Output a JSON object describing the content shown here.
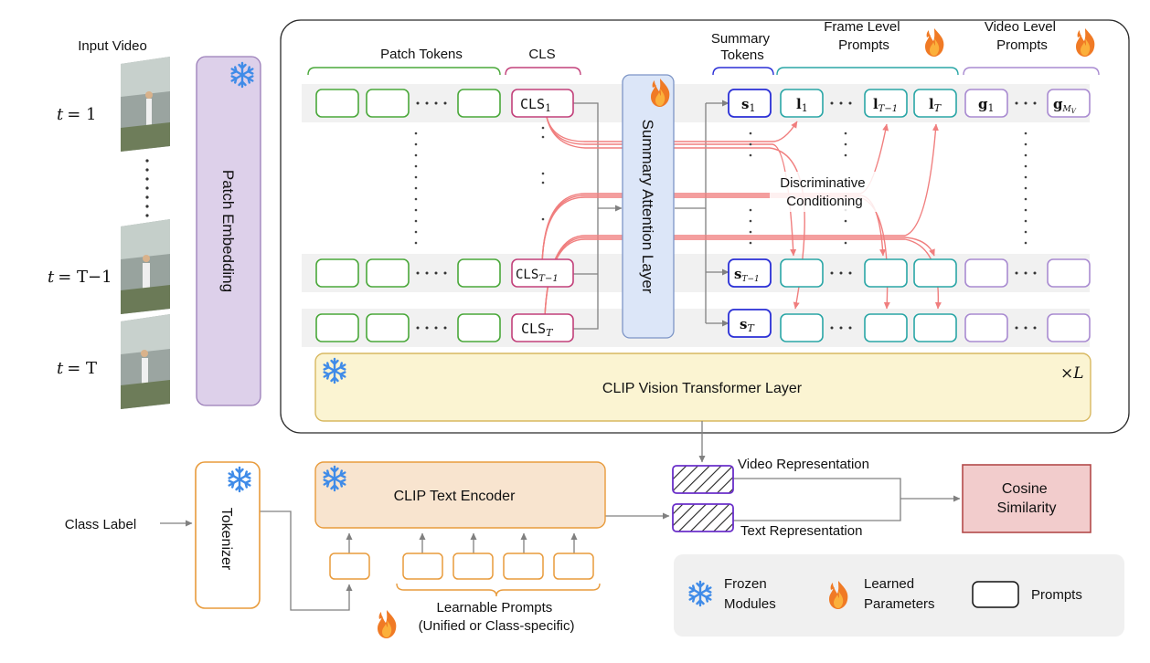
{
  "title": "",
  "input": {
    "heading": "Input Video",
    "frames": [
      {
        "label": "t = 1",
        "t": "t",
        "eq": "= 1"
      },
      {
        "label": "t = T−1",
        "t": "t",
        "eq": "= T−1"
      },
      {
        "label": "t = T",
        "t": "t",
        "eq": "= T"
      }
    ]
  },
  "modules": {
    "patch_embedding": "Patch Embedding",
    "summary_attention": "Summary Attention Layer",
    "vision_layer": "CLIP Vision Transformer Layer",
    "repeat": "×L",
    "tokenizer": "Tokenizer",
    "text_encoder": "CLIP Text Encoder",
    "cosine": [
      "Cosine",
      "Similarity"
    ]
  },
  "groups": {
    "patch_tokens": "Patch Tokens",
    "cls": "CLS",
    "summary_tokens": [
      "Summary",
      "Tokens"
    ],
    "frame_prompts": [
      "Frame Level",
      "Prompts"
    ],
    "video_prompts": [
      "Video Level",
      "Prompts"
    ]
  },
  "tokens": {
    "cls_1": "CLS₁",
    "cls_tm1": "CLS_{T−1}",
    "cls_t": "CLS_T",
    "s_1": "s₁",
    "s_tm1": "s_{T−1}",
    "s_t": "s_T",
    "l_1": "l₁",
    "l_tm1": "l_{T−1}",
    "l_t": "l_T",
    "g_1": "g₁",
    "g_m": "g_{M_V}"
  },
  "annotations": {
    "conditioning": [
      "Discriminative",
      "Conditioning"
    ],
    "video_repr": "Video Representation",
    "text_repr": "Text Representation",
    "class_label": "Class Label",
    "learnable_prompts": [
      "Learnable Prompts",
      "(Unified or Class-specific)"
    ]
  },
  "legend": {
    "frozen": [
      "Frozen",
      "Modules"
    ],
    "learned": [
      "Learned",
      "Parameters"
    ],
    "prompts": "Prompts"
  },
  "colors": {
    "patch": "#4aa83a",
    "cls": "#c2407a",
    "summary": "#2a2fd6",
    "frame_prompt": "#2aa6a6",
    "video_prompt": "#a98bd1",
    "arrow_red": "#f07e7e",
    "text_encoder_fill": "#f8e4cf",
    "text_encoder_stroke": "#e89b3c",
    "vision_fill": "#fbf4d2",
    "vision_stroke": "#d8b860",
    "patch_embed_fill": "#ddd0ea",
    "patch_embed_stroke": "#9a7db8",
    "summary_attn_fill": "#dce6f8",
    "summary_attn_stroke": "#7d95c6",
    "cosine_fill": "#f2cccc",
    "cosine_stroke": "#b34a4a",
    "snowflake": "#3f8be8",
    "legend_bg": "#f0f0f0"
  },
  "icons": [
    "snowflake-icon",
    "flame-icon",
    "ellipsis-dots"
  ]
}
